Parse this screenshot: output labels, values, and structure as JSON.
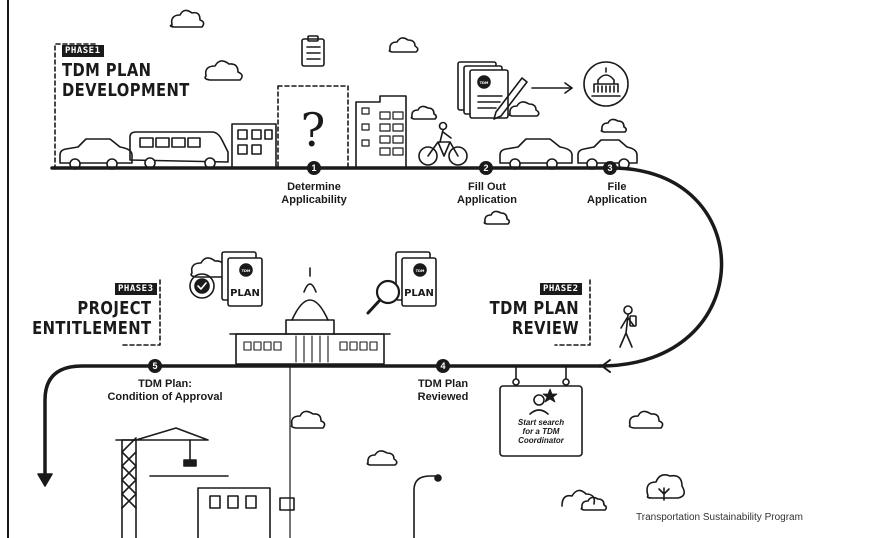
{
  "phases": [
    {
      "badge": "PHASE1",
      "title_lines": [
        "TDM PLAN",
        "DEVELOPMENT"
      ]
    },
    {
      "badge": "PHASE2",
      "title_lines": [
        "TDM PLAN",
        "REVIEW"
      ]
    },
    {
      "badge": "PHASE3",
      "title_lines": [
        "PROJECT",
        "ENTITLEMENT"
      ]
    }
  ],
  "steps": [
    {
      "number": "1",
      "label_lines": [
        "Determine",
        "Applicability"
      ]
    },
    {
      "number": "2",
      "label_lines": [
        "Fill Out",
        "Application"
      ]
    },
    {
      "number": "3",
      "label_lines": [
        "File",
        "Application"
      ]
    },
    {
      "number": "4",
      "label_lines": [
        "TDM Plan",
        "Reviewed"
      ]
    },
    {
      "number": "5",
      "label_lines": [
        "TDM Plan:",
        "Condition of Approval"
      ]
    }
  ],
  "coordinator_box": {
    "lines": [
      "Start search",
      "for a TDM",
      "Coordinator"
    ]
  },
  "plan_doc_label": "PLAN",
  "doc_logo_text": "TDM",
  "question_mark": "?",
  "footer": "Transportation Sustainability Program",
  "colors": {
    "ink": "#1a1a1a",
    "paper": "#ffffff"
  }
}
